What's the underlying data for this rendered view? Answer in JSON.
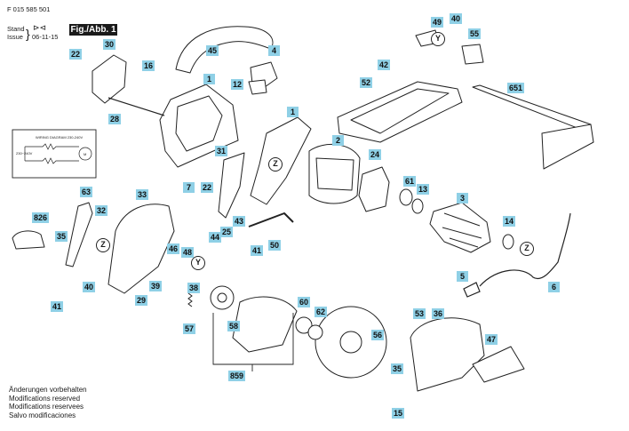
{
  "header": {
    "doc_number": "F 015 585 501",
    "stand_label": "Stand",
    "issue_label": "Issue",
    "date": "06-11-15",
    "figure_tag": "Fig./Abb. 1"
  },
  "wiring": {
    "title": "WIRING DIAGRAM 230-240V",
    "voltage": "230~240V",
    "motor": "M"
  },
  "part_labels": [
    "1",
    "1",
    "2",
    "3",
    "4",
    "5",
    "6",
    "7",
    "12",
    "13",
    "14",
    "15",
    "16",
    "22",
    "22",
    "24",
    "25",
    "28",
    "29",
    "30",
    "31",
    "32",
    "33",
    "35",
    "35",
    "36",
    "38",
    "39",
    "40",
    "40",
    "41",
    "41",
    "42",
    "43",
    "44",
    "45",
    "46",
    "47",
    "48",
    "49",
    "50",
    "52",
    "53",
    "55",
    "56",
    "57",
    "58",
    "60",
    "61",
    "62",
    "63",
    "651",
    "826",
    "859"
  ],
  "markers": [
    "Z",
    "Z",
    "Z",
    "Y",
    "Y"
  ],
  "footer": {
    "lines": [
      "Änderungen vorbehalten",
      "Modifications reserved",
      "Modifications reservees",
      "Salvo modificaciones"
    ]
  }
}
